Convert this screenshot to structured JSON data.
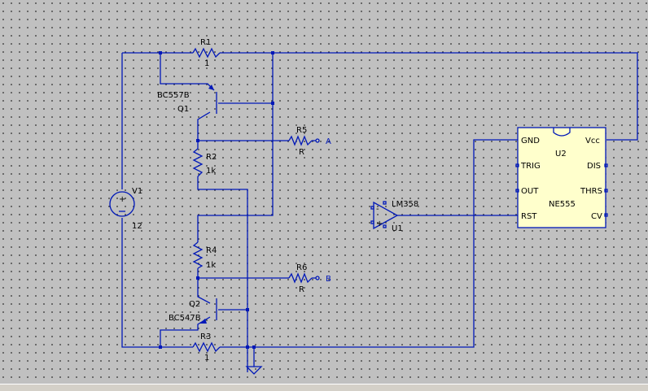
{
  "colors": {
    "wire": "#0018b8",
    "ic_fill": "#ffffcc",
    "sheet": "#c0c0c0"
  },
  "components": {
    "r1": {
      "ref": "R1",
      "value": "1"
    },
    "r2": {
      "ref": "R2",
      "value": "1k"
    },
    "r3": {
      "ref": "R3",
      "value": "1"
    },
    "r4": {
      "ref": "R4",
      "value": "1k"
    },
    "r5": {
      "ref": "R5",
      "value": "R"
    },
    "r6": {
      "ref": "R6",
      "value": "R"
    },
    "q1": {
      "ref": "Q1",
      "model": "BC557B"
    },
    "q2": {
      "ref": "Q2",
      "model": "BC547B"
    },
    "v1": {
      "ref": "V1",
      "value": "12"
    },
    "u1": {
      "ref": "U1",
      "model": "LM358"
    },
    "u2": {
      "ref": "U2",
      "model": "NE555",
      "pins": {
        "gnd": "GND",
        "vcc": "Vcc",
        "trig": "TRIG",
        "dis": "DIS",
        "out": "OUT",
        "thrs": "THRS",
        "rst": "RST",
        "cv": "CV"
      }
    }
  },
  "nets": {
    "a": "A",
    "b": "B"
  }
}
